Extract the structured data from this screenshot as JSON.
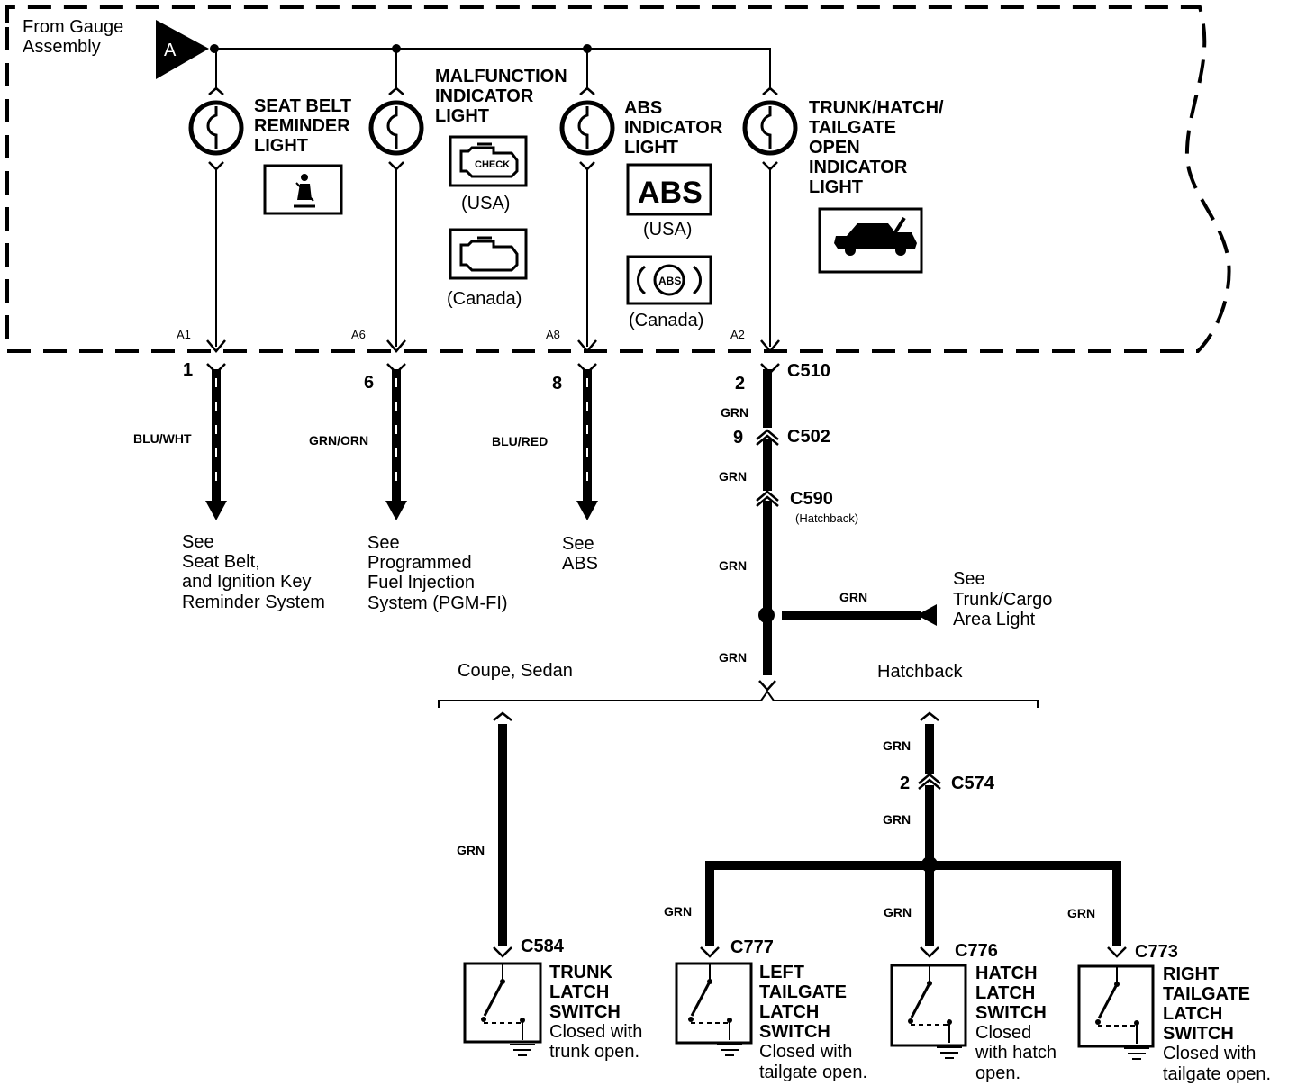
{
  "source": {
    "label_line1": "From Gauge",
    "label_line2": "Assembly",
    "connector_letter": "A"
  },
  "lights": [
    {
      "title": [
        "SEAT BELT",
        "REMINDER",
        "LIGHT"
      ],
      "pin": "A1",
      "terminal": "1",
      "wire": "BLU/WHT",
      "see": [
        "See",
        "Seat Belt,",
        "and Ignition Key",
        "Reminder System"
      ]
    },
    {
      "title": [
        "MALFUNCTION",
        "INDICATOR",
        "LIGHT"
      ],
      "pin": "A6",
      "terminal": "6",
      "wire": "GRN/ORN",
      "icon_text": "CHECK",
      "variant_usa": "(USA)",
      "variant_canada": "(Canada)",
      "see": [
        "See",
        "Programmed",
        "Fuel Injection",
        "System (PGM-FI)"
      ]
    },
    {
      "title": [
        "ABS",
        "INDICATOR",
        "LIGHT"
      ],
      "pin": "A8",
      "terminal": "8",
      "wire": "BLU/RED",
      "icon_text": "ABS",
      "icon_text_canada": "ABS",
      "variant_usa": "(USA)",
      "variant_canada": "(Canada)",
      "see": [
        "See",
        "ABS"
      ]
    },
    {
      "title": [
        "TRUNK/HATCH/",
        "TAILGATE",
        "OPEN",
        "INDICATOR",
        "LIGHT"
      ],
      "pin": "A2",
      "terminal": "2"
    }
  ],
  "trunk_circuit": {
    "c510": "C510",
    "c502": "C502",
    "c502_pin": "9",
    "c590": "C590",
    "c590_note": "(Hatchback)",
    "wire": "GRN",
    "branch_see": [
      "See",
      "Trunk/Cargo",
      "Area Light"
    ],
    "split_left": "Coupe, Sedan",
    "split_right": "Hatchback",
    "c574": "C574",
    "c574_pin": "2"
  },
  "switches": [
    {
      "connector": "C584",
      "title": [
        "TRUNK",
        "LATCH",
        "SWITCH"
      ],
      "note": [
        "Closed with",
        "trunk open."
      ]
    },
    {
      "connector": "C777",
      "title": [
        "LEFT",
        "TAILGATE",
        "LATCH",
        "SWITCH"
      ],
      "note": [
        "Closed with",
        "tailgate open."
      ]
    },
    {
      "connector": "C776",
      "title": [
        "HATCH",
        "LATCH",
        "SWITCH"
      ],
      "note": [
        "Closed",
        "with hatch",
        "open."
      ]
    },
    {
      "connector": "C773",
      "title": [
        "RIGHT",
        "TAILGATE",
        "LATCH",
        "SWITCH"
      ],
      "note": [
        "Closed with",
        "tailgate open."
      ]
    }
  ],
  "icons": [
    "bulb-icon",
    "seat-belt-icon",
    "check-engine-icon",
    "engine-icon",
    "abs-icon",
    "car-trunk-open-icon",
    "latch-switch-icon",
    "ground-icon"
  ]
}
